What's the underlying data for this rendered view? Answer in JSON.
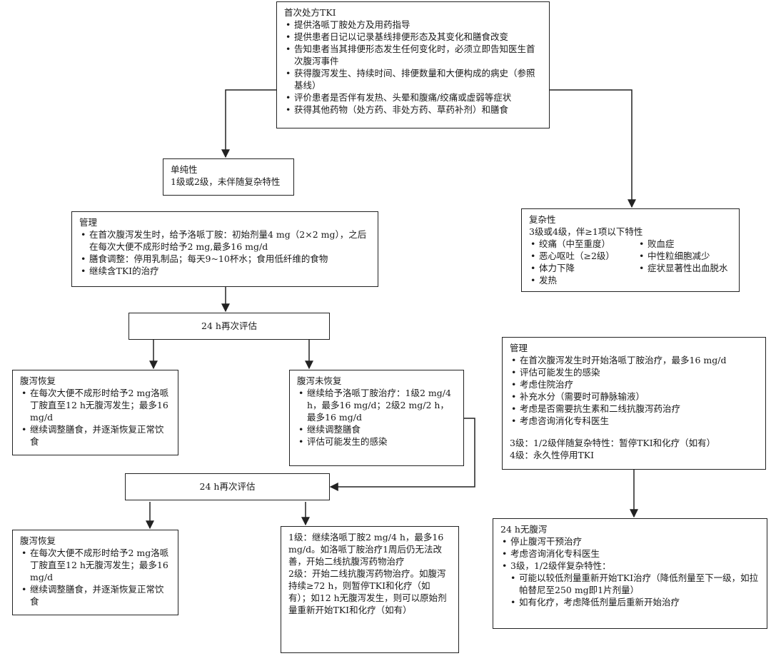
{
  "b1": {
    "title": "首次处方TKI",
    "items": [
      "提供洛哌丁胺处方及用药指导",
      "提供患者日记以记录基线排便形态及其变化和膳食改变",
      "告知患者当其排便形态发生任何变化时，必须立即告知医生首次腹泻事件",
      "获得腹泻发生、持续时间、排便数量和大便构成的病史（参照基线）",
      "评价患者是否伴有发热、头晕和腹痛/绞痛或虚弱等症状",
      "获得其他药物（处方药、非处方药、草药补剂）和膳食"
    ]
  },
  "simple": {
    "title": "单纯性",
    "desc": "1级或2级，未伴随复杂特性"
  },
  "complex": {
    "title": "复杂性",
    "desc": "3级或4级，伴≥1项以下特性",
    "items": [
      "绞痛（中至重度）",
      "败血症",
      "恶心呕吐（≥2级）",
      "中性粒细胞减少",
      "体力下降",
      "症状显著性出血脱水",
      "发热"
    ]
  },
  "mgmt1": {
    "title": "管理",
    "items": [
      "在首次腹泻发生时，给予洛哌丁胺：初始剂量4 mg（2×2 mg），之后在每次大便不成形时给予2 mg,最多16 mg/d",
      "膳食调整：停用乳制品；每天9~10杯水；食用低纤维的食物",
      "继续含TKI的治疗"
    ]
  },
  "eval1": {
    "label": "24 h再次评估"
  },
  "rec1": {
    "title": "腹泻恢复",
    "items": [
      "在每次大便不成形时给予2 mg洛哌丁胺直至12 h无腹泻发生；最多16 mg/d",
      "继续调整膳食，并逐渐恢复正常饮食"
    ]
  },
  "norec": {
    "title": "腹泻未恢复",
    "items": [
      "继续给予洛哌丁胺治疗：1级2 mg/4 h，最多16 mg/d；2级2 mg/2 h，最多16 mg/d",
      "继续调整膳食",
      "评估可能发生的感染"
    ]
  },
  "eval2": {
    "label": "24 h再次评估"
  },
  "rec2": {
    "title": "腹泻恢复",
    "items": [
      "在每次大便不成形时给予2 mg洛哌丁胺直至12 h无腹泻发生；最多16 mg/d",
      "继续调整膳食，并逐渐恢复正常饮食"
    ]
  },
  "final": {
    "p1": "1级：继续洛哌丁胺2 mg/4 h，最多16 mg/d。如洛哌丁胺治疗1周后仍无法改善，开始二线抗腹泻药物治疗",
    "p2": "2级：开始二线抗腹泻药物治疗。如腹泻持续≥72 h，则暂停TKI和化疗（如有）；如12 h无腹泻发生，则可以原始剂量重新开始TKI和化疗（如有）"
  },
  "mgmt2": {
    "title": "管理",
    "items": [
      "在首次腹泻发生时开始洛哌丁胺治疗，最多16 mg/d",
      "评估可能发生的感染",
      "考虑住院治疗",
      "补充水分（需要时可静脉输液）",
      "考虑是否需要抗生素和二线抗腹泻药治疗",
      "考虑咨询消化专科医生"
    ],
    "g3": "3级：1/2级伴随复杂特性：暂停TKI和化疗（如有）",
    "g4": "4级：永久性停用TKI"
  },
  "nodiar": {
    "title": "24 h无腹泻",
    "items": [
      "停止腹泻干预治疗",
      "考虑咨询消化专科医生",
      "3级，1/2级伴复杂特性："
    ],
    "sub": [
      "可能以较低剂量重新开始TKI治疗（降低剂量至下一级，如拉帕替尼至250 mg即1片剂量）",
      "如有化疗，考虑降低剂量后重新开始治疗"
    ]
  }
}
